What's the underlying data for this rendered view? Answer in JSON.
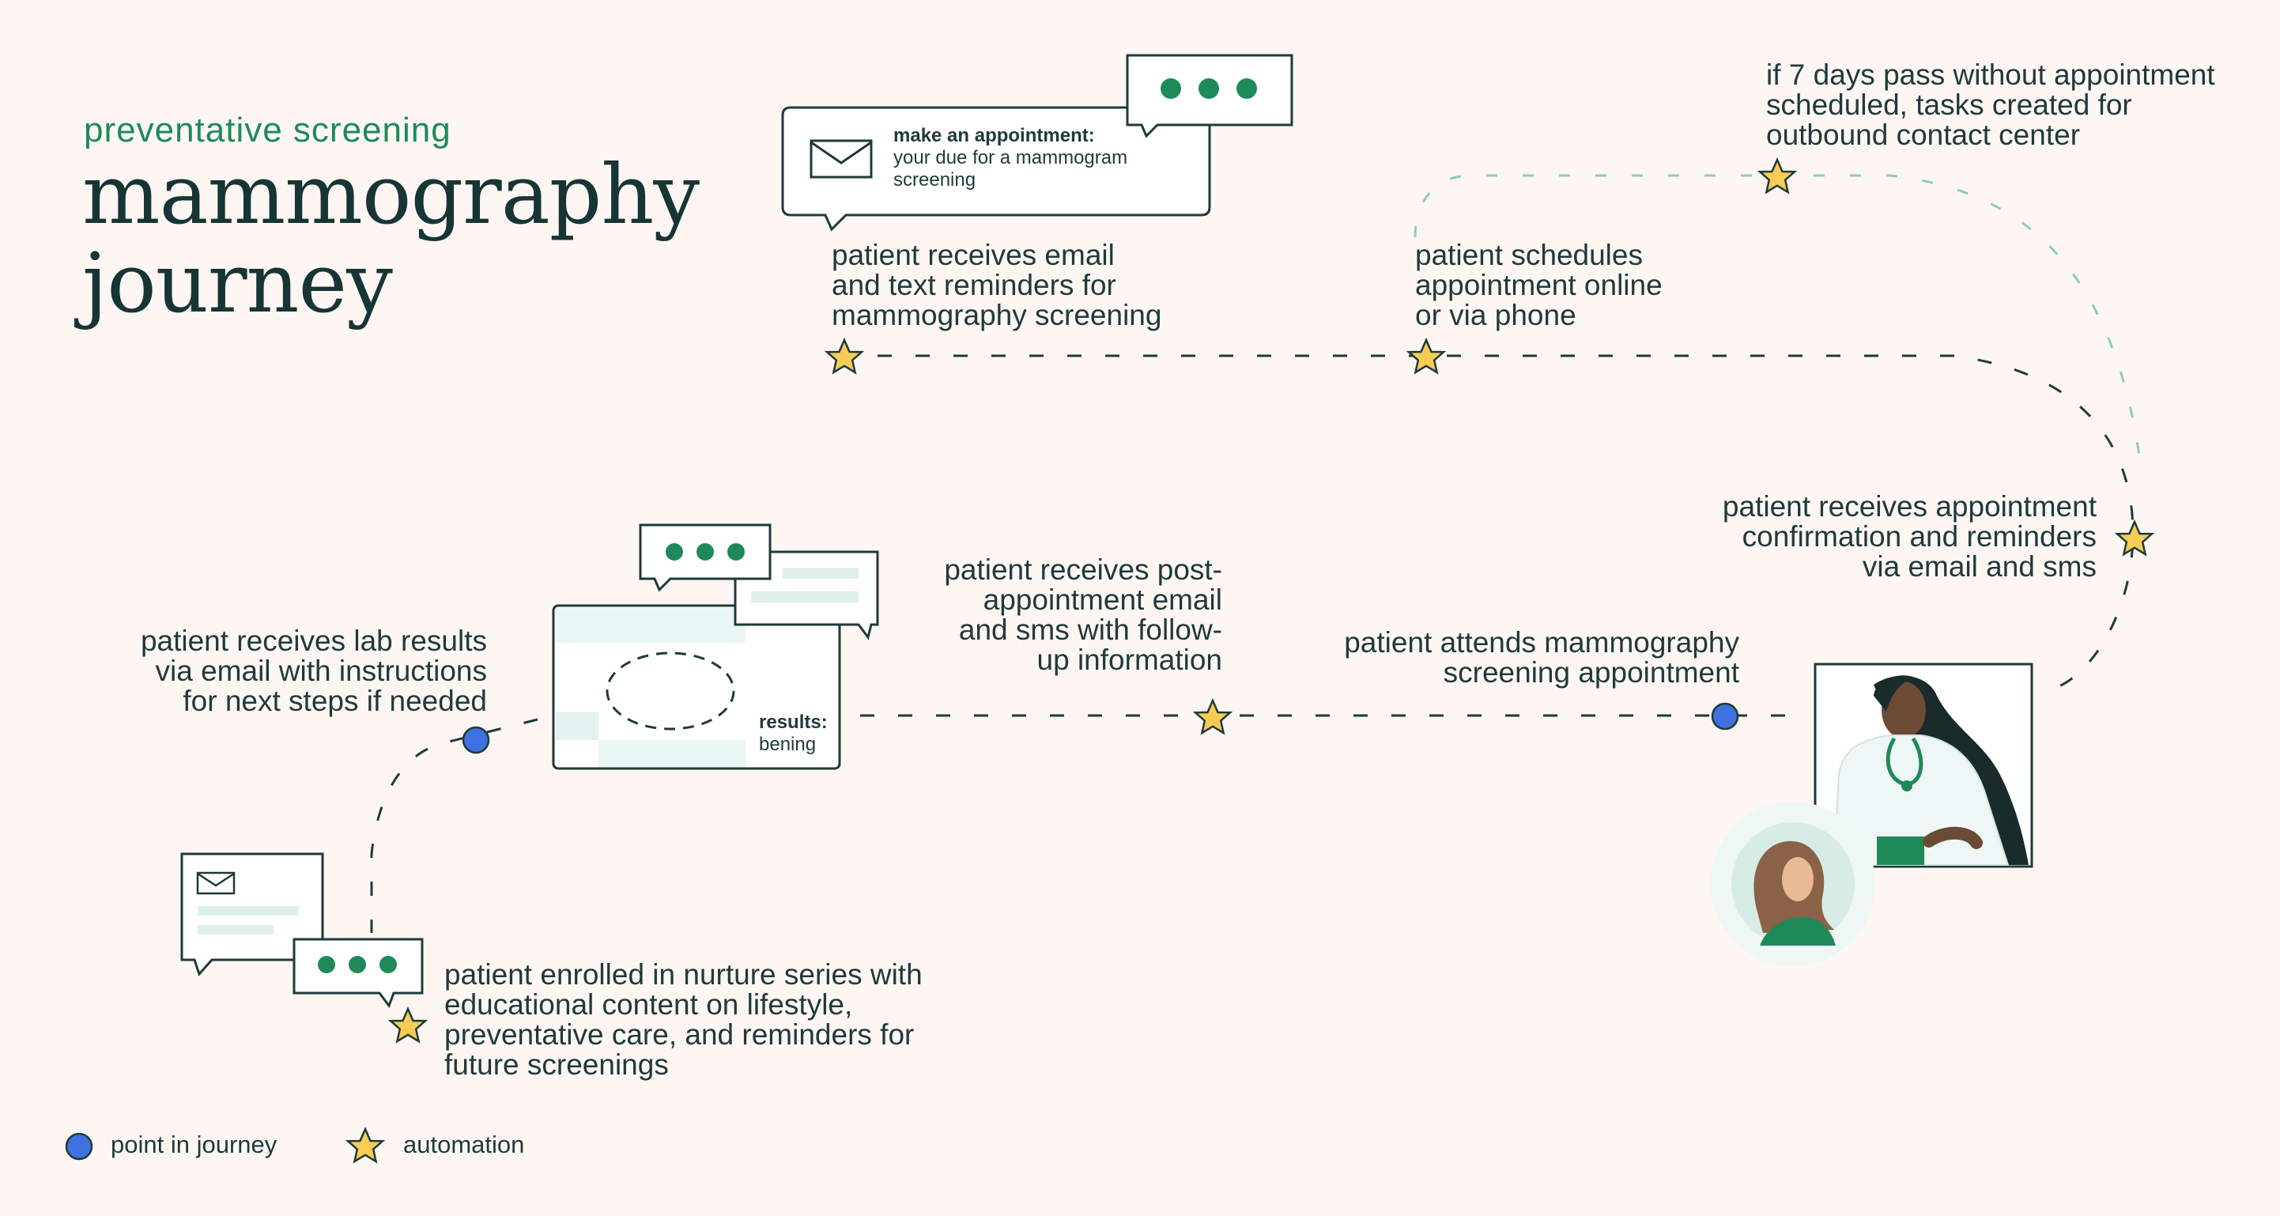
{
  "header": {
    "subtitle": "preventative screening",
    "title_line1": "mammography",
    "title_line2": "journey"
  },
  "steps": {
    "reminders": [
      "patient receives email",
      "and text reminders for",
      "mammography screening"
    ],
    "schedules": [
      "patient schedules",
      "appointment online",
      "or via phone"
    ],
    "seven_days": [
      "if 7 days pass without appointment",
      "scheduled, tasks created for",
      "outbound contact center"
    ],
    "confirmation": [
      "patient receives appointment",
      "confirmation and reminders",
      "via email and sms"
    ],
    "attends": [
      "patient attends mammography",
      "screening appointment"
    ],
    "post_appointment": [
      "patient receives post-",
      "appointment email",
      "and sms with follow-",
      "up information"
    ],
    "lab_results": [
      "patient receives lab results",
      "via email with instructions",
      "for next steps if needed"
    ],
    "nurture": [
      "patient enrolled in nurture series with",
      "educational content on lifestyle,",
      "preventative care, and reminders for",
      "future screenings"
    ]
  },
  "email_card": {
    "heading": "make an appointment:",
    "line1": "your due for a mammogram",
    "line2": "screening"
  },
  "results_card": {
    "heading": "results:",
    "value": "bening"
  },
  "legend": {
    "point": "point in journey",
    "automation": "automation"
  },
  "icons": {
    "star": "star-icon",
    "point": "circle-point-icon",
    "envelope": "envelope-icon",
    "chat": "chat-bubble-icon",
    "doctor": "doctor-illustration",
    "patient": "patient-avatar"
  },
  "colors": {
    "background": "#fdf6f2",
    "accent_green": "#1e8a5a",
    "star_yellow": "#f7cc55",
    "point_blue": "#3f72e0",
    "dark_text": "#173535"
  }
}
